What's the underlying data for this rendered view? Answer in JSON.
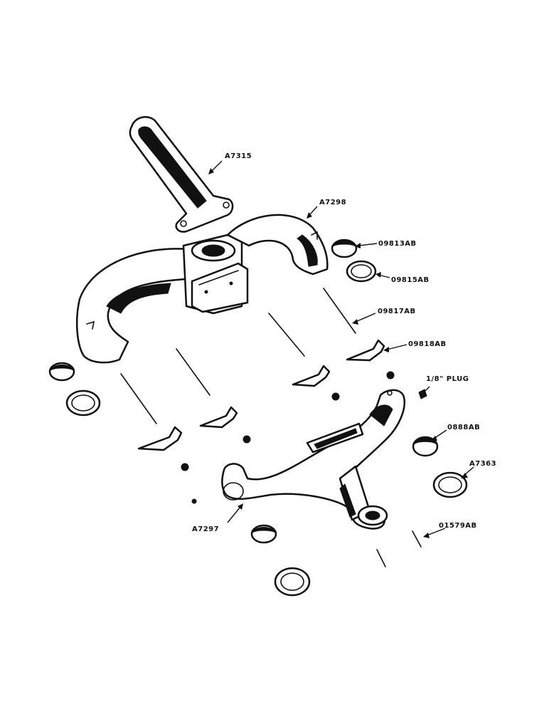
{
  "labels": {
    "elbow_pipe": "A7315",
    "upper_manifold": "A7298",
    "small_gasket_upper": "09813AB",
    "ring_gasket_upper": "09815AB",
    "stud": "09817AB",
    "clamp": "09818AB",
    "plug": "1/8\" PLUG",
    "small_gasket_lower": "0888AB",
    "ring_gasket_lower": "A7363",
    "stud_short": "01579AB",
    "lower_manifold": "A7297"
  }
}
